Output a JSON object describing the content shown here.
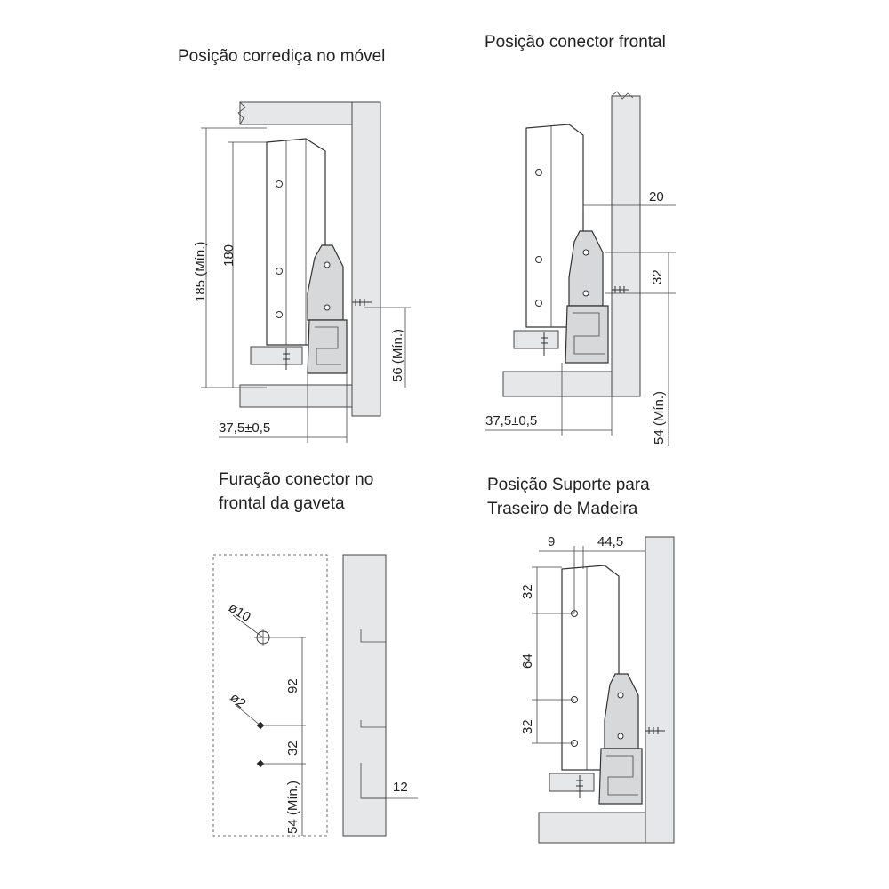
{
  "figures": {
    "slide_position": {
      "title": "Posição corrediça no móvel",
      "dim_height_min": "185 (Mín.)",
      "dim_height": "180",
      "dim_bottom_min": "56 (Mín.)",
      "dim_offset": "37,5±0,5"
    },
    "front_connector_position": {
      "title": "Posição conector frontal",
      "dim_gap": "20",
      "dim_spacing": "32",
      "dim_bottom_min": "54 (Mín.)",
      "dim_offset": "37,5±0,5"
    },
    "front_drilling": {
      "title_line1": "Furação conector no",
      "title_line2": "frontal da gaveta",
      "dim_diameter_large": "ø10",
      "dim_diameter_small": "ø2",
      "dim_92": "92",
      "dim_32": "32",
      "dim_bottom_min": "54 (Mín.)",
      "dim_12": "12"
    },
    "rear_support_position": {
      "title_line1": "Posição Suporte para",
      "title_line2": "Traseiro de Madeira",
      "dim_9": "9",
      "dim_44_5": "44,5",
      "dim_32_top": "32",
      "dim_64": "64",
      "dim_32_bottom": "32"
    }
  }
}
